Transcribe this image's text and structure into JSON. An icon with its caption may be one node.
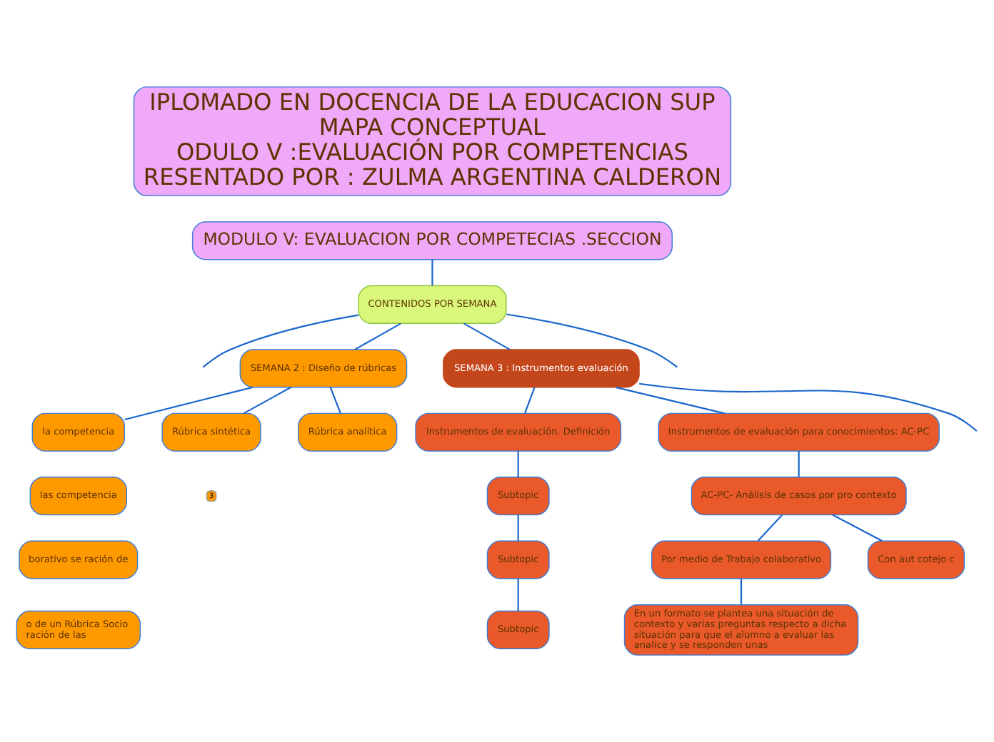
{
  "diagram": {
    "nodes": [
      {
        "text": [
          "IPLOMADO EN DOCENCIA DE LA EDUCACION SUP",
          "MAPA CONCEPTUAL",
          "ODULO V :EVALUACIÓN POR COMPETENCIAS",
          "RESENTADO POR : ZULMA ARGENTINA CALDERON"
        ]
      },
      {
        "text": [
          "MODULO V: EVALUACION POR COMPETECIAS .SECCION"
        ]
      },
      {
        "text": [
          "CONTENIDOS POR SEMANA"
        ]
      },
      {
        "text": [
          "SEMANA 2 : Diseño de rúbricas"
        ]
      },
      {
        "text": [
          "la competencia"
        ]
      },
      {
        "text": [
          "Rúbrica sintética"
        ]
      },
      {
        "text": [
          "Rúbrica analítica"
        ]
      },
      {
        "text": [
          "las competencia"
        ]
      },
      {
        "text": [
          "borativo se ración de"
        ]
      },
      {
        "text": [
          "o de un Rúbrica Socio ración de las"
        ]
      },
      {
        "text": [
          "SEMANA 3 : Instrumentos evaluación"
        ]
      },
      {
        "text": [
          "Instrumentos de evaluación. Definición"
        ]
      },
      {
        "text": [
          "Subtopic"
        ]
      },
      {
        "text": [
          "Subtopic"
        ]
      },
      {
        "text": [
          "Subtopic"
        ]
      },
      {
        "text": [
          "Instrumentos de evaluación para conocimientos: AC-PC"
        ]
      },
      {
        "text": [
          "AC-PC- Análisis de casos por pro contexto"
        ]
      },
      {
        "text": [
          "Por medio de Trabajo colaborativo"
        ]
      },
      {
        "text": [
          "Con aut cotejo c"
        ]
      },
      {
        "text": [
          "En un formato se plantea una situación de contexto y varias preguntas respecto a dicha situación para que el alumno a evaluar las analice y se responden unas"
        ]
      }
    ],
    "edges": [
      {
        "from": 1,
        "to": 2,
        "arrow": "none"
      },
      {
        "from": 2,
        "to": null,
        "arrow": "none"
      },
      {
        "from": 2,
        "to": 3,
        "arrow": "none"
      },
      {
        "from": 2,
        "to": 10,
        "arrow": "none"
      },
      {
        "from": 2,
        "to": null,
        "arrow": "none"
      },
      {
        "from": 3,
        "to": 4,
        "arrow": "none"
      },
      {
        "from": 3,
        "to": 5,
        "arrow": "none"
      },
      {
        "from": 3,
        "to": 6,
        "arrow": "none"
      },
      {
        "from": 10,
        "to": 11,
        "arrow": "none"
      },
      {
        "from": 10,
        "to": 15,
        "arrow": "none"
      },
      {
        "from": 10,
        "to": null,
        "arrow": "none"
      },
      {
        "from": 11,
        "to": 12,
        "arrow": "none"
      },
      {
        "from": 12,
        "to": 13,
        "arrow": "none"
      },
      {
        "from": 13,
        "to": 14,
        "arrow": "none"
      },
      {
        "from": 15,
        "to": 16,
        "arrow": "none"
      },
      {
        "from": 16,
        "to": 17,
        "arrow": "none"
      },
      {
        "from": 16,
        "to": 18,
        "arrow": "none"
      },
      {
        "from": 17,
        "to": 19,
        "arrow": "none"
      }
    ],
    "labels": [
      "3"
    ]
  }
}
